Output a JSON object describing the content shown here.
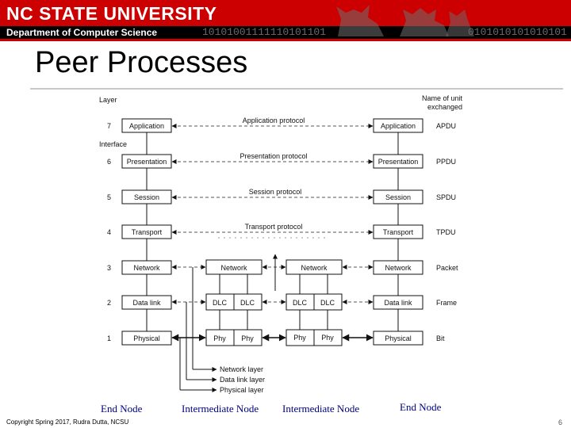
{
  "header": {
    "university": "NC STATE UNIVERSITY",
    "department": "Department of Computer Science",
    "binary_left": "10101001111110101101",
    "binary_right": "0101010101010101"
  },
  "slide": {
    "title": "Peer Processes",
    "copyright": "Copyright Spring 2017, Rudra Dutta, NCSU",
    "page_number": "6"
  },
  "diagram": {
    "header_left": "Layer",
    "header_right": [
      "Name of unit",
      "exchanged"
    ],
    "interface_label": "Interface",
    "layers": [
      {
        "num": "7",
        "name": "Application",
        "protocol": "Application protocol",
        "unit": "APDU"
      },
      {
        "num": "6",
        "name": "Presentation",
        "protocol": "Presentation protocol",
        "unit": "PPDU"
      },
      {
        "num": "5",
        "name": "Session",
        "protocol": "Session protocol",
        "unit": "SPDU"
      },
      {
        "num": "4",
        "name": "Transport",
        "protocol": "Transport protocol",
        "unit": "TPDU"
      },
      {
        "num": "3",
        "name": "Network",
        "protocol": "",
        "unit": "Packet"
      },
      {
        "num": "2",
        "name": "Data link",
        "protocol": "",
        "unit": "Frame"
      },
      {
        "num": "1",
        "name": "Physical",
        "protocol": "",
        "unit": "Bit"
      }
    ],
    "router_network": "Network",
    "router_dlc": "DLC",
    "router_phy": "Phy",
    "subnet_protocols": [
      "Network layer",
      "Data link layer",
      "Physical layer"
    ]
  },
  "nodes": {
    "end_left": "End Node",
    "intermediate_1": "Intermediate Node",
    "intermediate_2": "Intermediate Node",
    "end_right": "End Node"
  },
  "colors": {
    "banner_red": "#cc0000",
    "node_label": "#000080"
  }
}
